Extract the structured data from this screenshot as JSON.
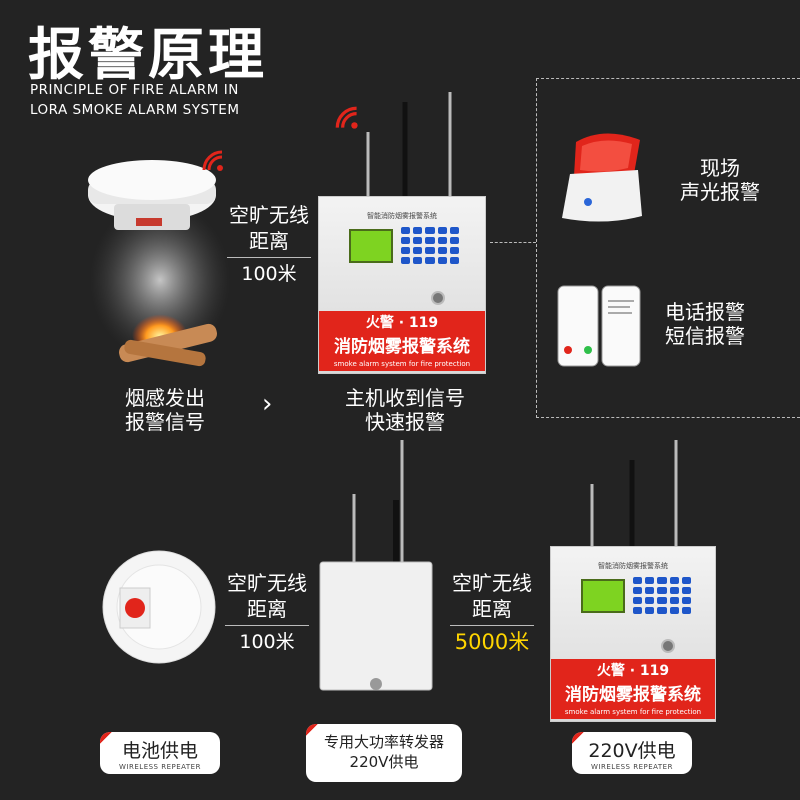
{
  "title": "报警原理",
  "subtitle": {
    "line1": "PRINCIPLE OF FIRE ALARM IN",
    "line2": "LORA SMOKE ALARM SYSTEM"
  },
  "top": {
    "distance": {
      "line1": "空旷无线",
      "line2": "距离",
      "value": "100米"
    },
    "smoke_caption": {
      "line1": "烟感发出",
      "line2": "报警信号"
    },
    "arrow": "›",
    "host_caption": {
      "line1": "主机收到信号",
      "line2": "快速报警"
    },
    "siren_caption": {
      "line1": "现场",
      "line2": "声光报警"
    },
    "phone_caption": {
      "line1": "电话报警",
      "line2": "短信报警"
    }
  },
  "panel_text": {
    "brand": "火警 · 119",
    "system": "消防烟雾报警系统",
    "tag": "smoke alarm system for fire protection",
    "head": "智能消防烟雾报警系统"
  },
  "bottom": {
    "distance1": {
      "line1": "空旷无线",
      "line2": "距离",
      "value": "100米"
    },
    "distance2": {
      "line1": "空旷无线",
      "line2": "距离",
      "value": "5000米"
    },
    "badge1": {
      "main": "电池供电",
      "small": "WIRELESS REPEATER"
    },
    "badge2": {
      "line1": "专用大功率转发器",
      "line2": "220V供电"
    },
    "badge3": {
      "main": "220V供电",
      "small": "WIRELESS REPEATER"
    }
  },
  "colors": {
    "background": "#232323",
    "accent_red": "#e1251b",
    "highlight_yellow": "#ffd500",
    "lcd_green": "#7ed321",
    "key_blue": "#1e56c9"
  },
  "icons": [
    "wifi-signal-icon",
    "smoke-detector-icon",
    "alarm-host-icon",
    "siren-icon",
    "phone-icon",
    "repeater-box-icon"
  ]
}
